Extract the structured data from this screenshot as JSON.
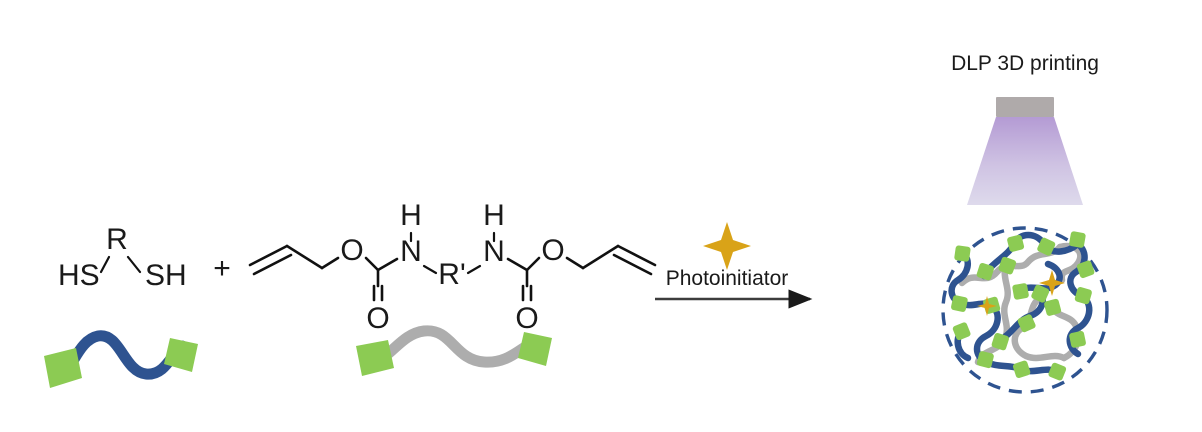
{
  "scheme": {
    "type": "thiol-ene photopolymerization reaction scheme",
    "plus_sign": "+",
    "reactants": [
      {
        "id": "dithiol",
        "formula_labels": [
          "HS",
          "R",
          "SH"
        ],
        "cartoon": {
          "chain_color": "#2E5390",
          "end_group_color": "#8CCB53",
          "end_group_count": 2
        }
      },
      {
        "id": "diallyl-dicarbamate",
        "formula_labels": [
          "O",
          "H",
          "N",
          "R'",
          "N",
          "H",
          "O",
          "O",
          "O"
        ],
        "cartoon": {
          "chain_color": "#ADADAD",
          "end_group_color": "#8CCB53",
          "end_group_count": 2
        }
      }
    ],
    "arrow": {
      "condition_label": "Photoinitiator",
      "icon": "four-point-star-icon",
      "icon_color": "#D9A318",
      "direction": "right"
    },
    "product": {
      "title": "DLP 3D printing",
      "projector": {
        "head_color": "#AFAAAA",
        "beam_top_color": "#B49BD4",
        "beam_bottom_color": "#DEDAEC"
      },
      "network": {
        "boundary": "dashed-circle",
        "boundary_color": "#2E5390",
        "chain_colors": [
          "#2E5390",
          "#ADADAD"
        ],
        "node_color": "#8CCB53",
        "photoinitiator_marks": 2,
        "photoinitiator_color": "#D9A318"
      }
    }
  },
  "atoms": {
    "hs_left": "HS",
    "r_top": "R",
    "sh_right": "SH",
    "plus": "+",
    "o_ester_left": "O",
    "h_left": "H",
    "n_left": "N",
    "r_prime": "R'",
    "n_right": "N",
    "h_right": "H",
    "o_ester_right": "O",
    "o_carbonyl_left": "O",
    "o_carbonyl_right": "O"
  },
  "labels": {
    "photoinitiator": "Photoinitiator",
    "dlp_title": "DLP 3D printing"
  },
  "colors": {
    "blue": "#2E5390",
    "gray": "#ADADAD",
    "green": "#8CCB53",
    "gold": "#D9A318",
    "beam_top": "#B49BD4",
    "beam_bottom": "#DEDAEC",
    "ink": "#111111"
  }
}
